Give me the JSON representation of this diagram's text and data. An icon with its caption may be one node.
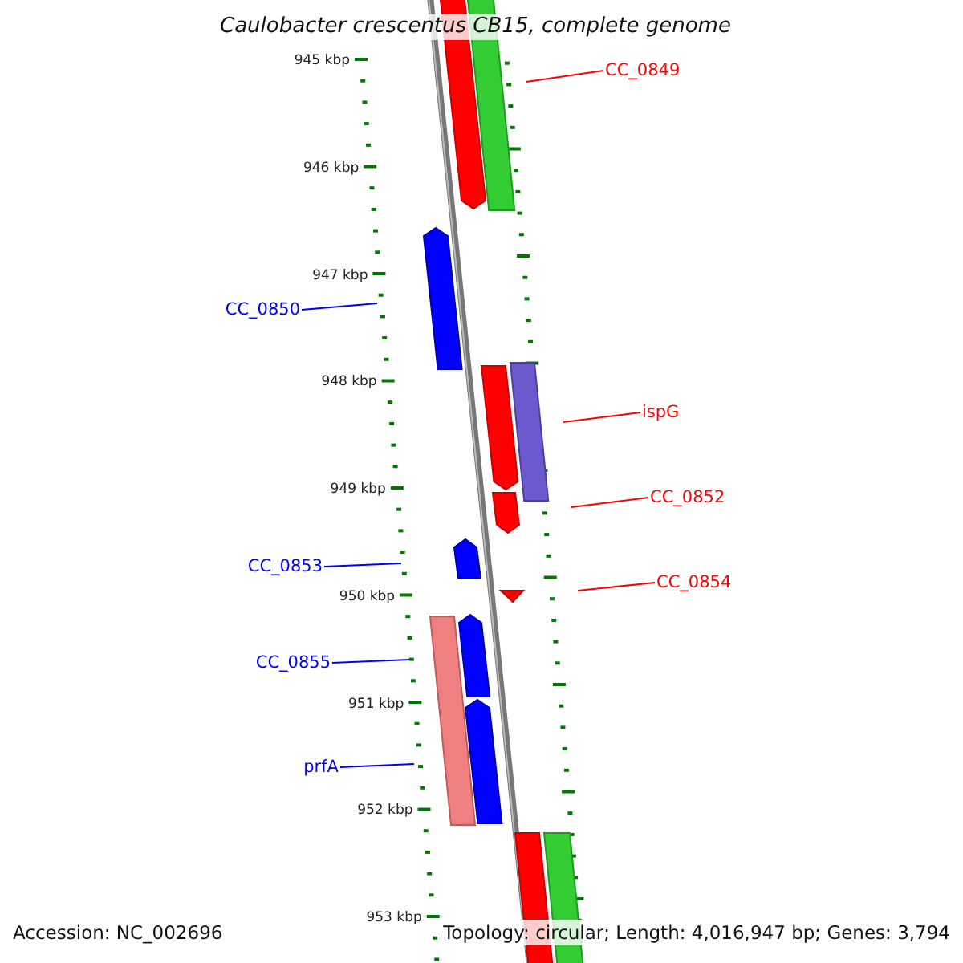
{
  "diagram": {
    "title": "Caulobacter crescentus CB15, complete genome",
    "nodes": [
      {
        "text": [
          "CC_0849"
        ]
      },
      {
        "text": [
          "CC_0850"
        ]
      },
      {
        "text": [
          "ispG"
        ]
      },
      {
        "text": [
          "CC_0852"
        ]
      },
      {
        "text": [
          "CC_0853"
        ]
      },
      {
        "text": [
          "CC_0854"
        ]
      },
      {
        "text": [
          "CC_0855"
        ]
      },
      {
        "text": [
          "prfA"
        ]
      }
    ],
    "edges": [
      {
        "from": 0,
        "to": null,
        "arrow": "none",
        "color": "#ff0000"
      },
      {
        "from": 1,
        "to": null,
        "arrow": "none",
        "color": "#0000ff"
      },
      {
        "from": 2,
        "to": null,
        "arrow": "none",
        "color": "#ff0000"
      },
      {
        "from": 3,
        "to": null,
        "arrow": "none",
        "color": "#ff0000"
      },
      {
        "from": 4,
        "to": null,
        "arrow": "none",
        "color": "#0000ff"
      },
      {
        "from": 5,
        "to": null,
        "arrow": "none",
        "color": "#ff0000"
      },
      {
        "from": 6,
        "to": null,
        "arrow": "none",
        "color": "#0000ff"
      },
      {
        "from": 7,
        "to": null,
        "arrow": "none",
        "color": "#0000ff"
      }
    ],
    "labels": [
      "945 kbp",
      "946 kbp",
      "947 kbp",
      "948 kbp",
      "949 kbp",
      "950 kbp",
      "951 kbp",
      "952 kbp",
      "953 kbp",
      "Accession: NC_002696",
      "Topology: circular; Length: 4,016,947 bp; Genes: 3,794"
    ]
  }
}
